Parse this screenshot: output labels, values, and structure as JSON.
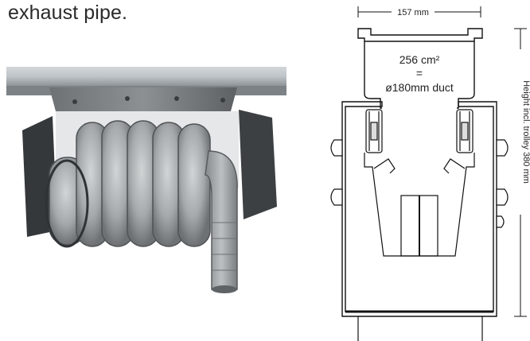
{
  "caption": "exhaust pipe.",
  "drawing": {
    "width_dimension": "157 mm",
    "area_line": "256 cm²",
    "equals_line": "=",
    "duct_line": "ø180mm duct",
    "height_dimension": "Height incl. trolley 380 mm"
  },
  "colors": {
    "rail": "#b9bec2",
    "hose": "#a2a6a8",
    "bracket": "#3a3c3e",
    "outline": "#111111"
  }
}
